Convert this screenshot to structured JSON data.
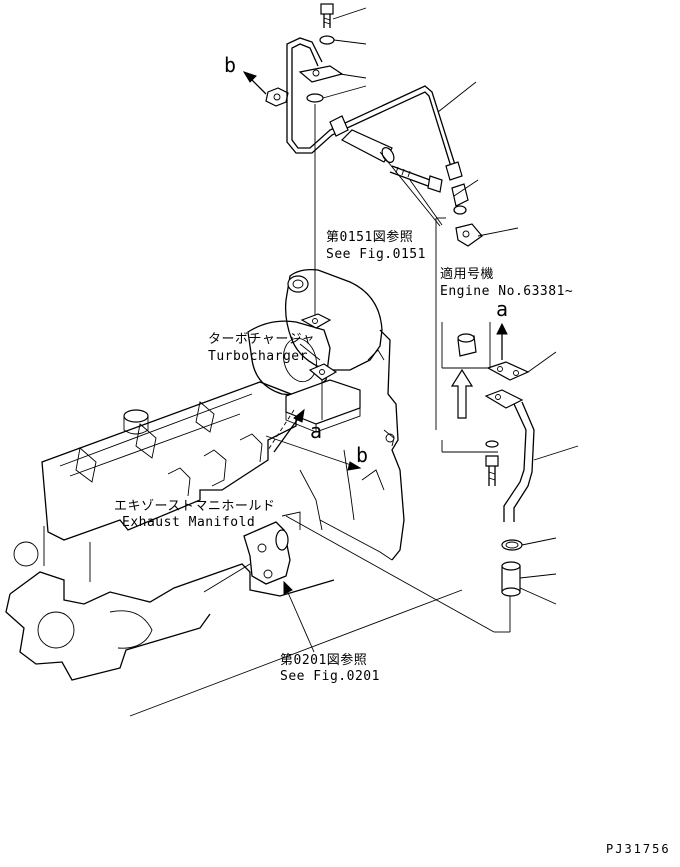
{
  "labels": {
    "ref_0151_jp": "第0151図参照",
    "ref_0151_en": "See Fig.0151",
    "applicable_jp": "適用号機",
    "applicable_en": "Engine No.63381~",
    "turbo_jp": "ターボチャージャ",
    "turbo_en": "Turbocharger",
    "exhaust_jp": "エキゾーストマニホールド",
    "exhaust_en": "Exhaust Manifold",
    "ref_0201_jp": "第0201図参照",
    "ref_0201_en": "See Fig.0201",
    "marker_a_1": "a",
    "marker_a_2": "a",
    "marker_b_1": "b",
    "marker_b_2": "b",
    "drawing_no": "PJ31756"
  }
}
